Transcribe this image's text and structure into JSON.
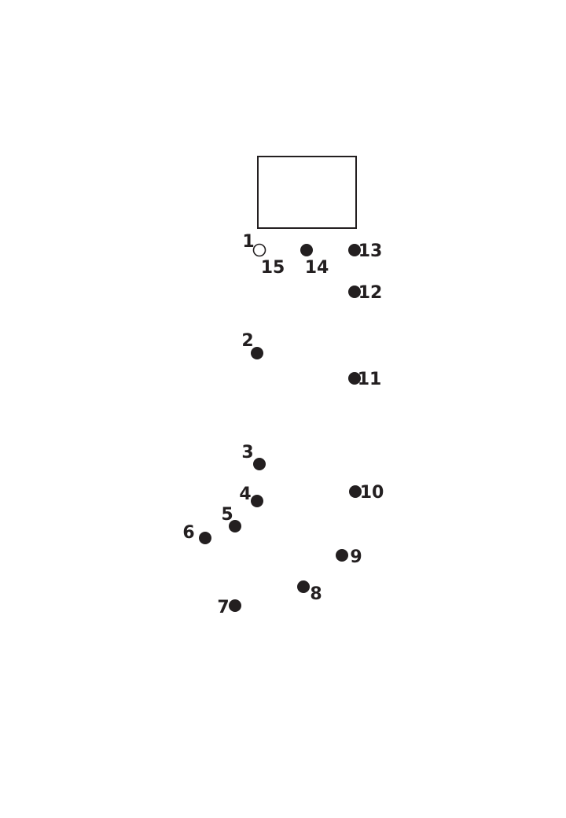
{
  "puzzle": {
    "colors": {
      "ink": "#231f20",
      "paper": "#ffffff"
    },
    "box": {
      "name": "hat-box"
    },
    "dots": [
      {
        "label": "1",
        "style": "filled"
      },
      {
        "label": "2",
        "style": "filled"
      },
      {
        "label": "3",
        "style": "filled"
      },
      {
        "label": "4",
        "style": "filled"
      },
      {
        "label": "5",
        "style": "filled"
      },
      {
        "label": "6",
        "style": "filled"
      },
      {
        "label": "7",
        "style": "filled"
      },
      {
        "label": "8",
        "style": "filled"
      },
      {
        "label": "9",
        "style": "filled"
      },
      {
        "label": "10",
        "style": "filled"
      },
      {
        "label": "11",
        "style": "filled"
      },
      {
        "label": "12",
        "style": "filled"
      },
      {
        "label": "13",
        "style": "filled"
      },
      {
        "label": "14",
        "style": "filled"
      },
      {
        "label": "15",
        "style": "hollow"
      }
    ],
    "hollow_start_label": "1"
  }
}
